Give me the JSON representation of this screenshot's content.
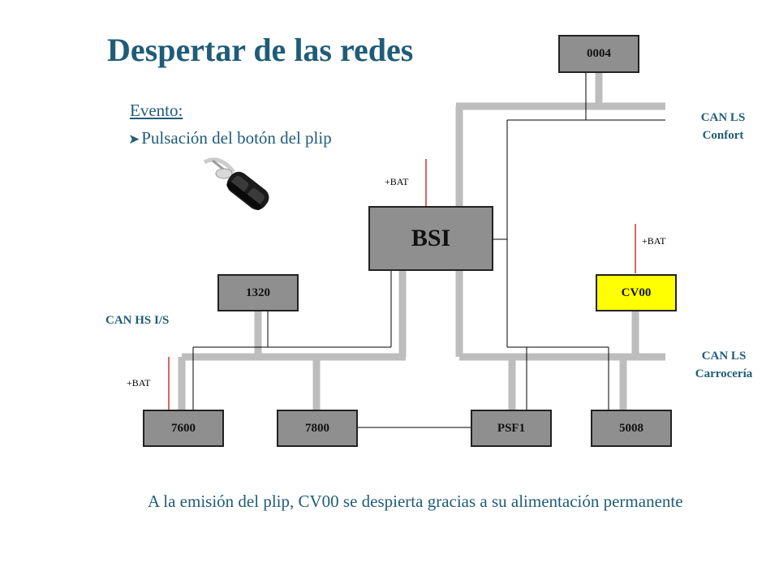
{
  "title": "Despertar de las redes",
  "event": {
    "label": "Evento:",
    "item": "Pulsación del botón del plip"
  },
  "icons": {
    "remote": "car-remote-key-icon",
    "bullet": "arrow-bullet-icon"
  },
  "networks": {
    "confort": [
      "CAN LS",
      "Confort"
    ],
    "carroceria": [
      "CAN LS",
      "Carrocería"
    ],
    "hs": "CAN HS I/S"
  },
  "bat_label": "+BAT",
  "ecus": {
    "bsi": "BSI",
    "e0004": "0004",
    "e1320": "1320",
    "cv00": "CV00",
    "e7600": "7600",
    "e7800": "7800",
    "psf1": "PSF1",
    "e5008": "5008"
  },
  "caption": "A la emisión del plip, CV00 se despierta gracias a su alimentación permanente",
  "colors": {
    "text": "#1f5c78",
    "ecu_fill": "#8f8f8f",
    "highlight": "#ffff00",
    "bus": "#bdbdbd",
    "power_wire": "#c00000"
  }
}
